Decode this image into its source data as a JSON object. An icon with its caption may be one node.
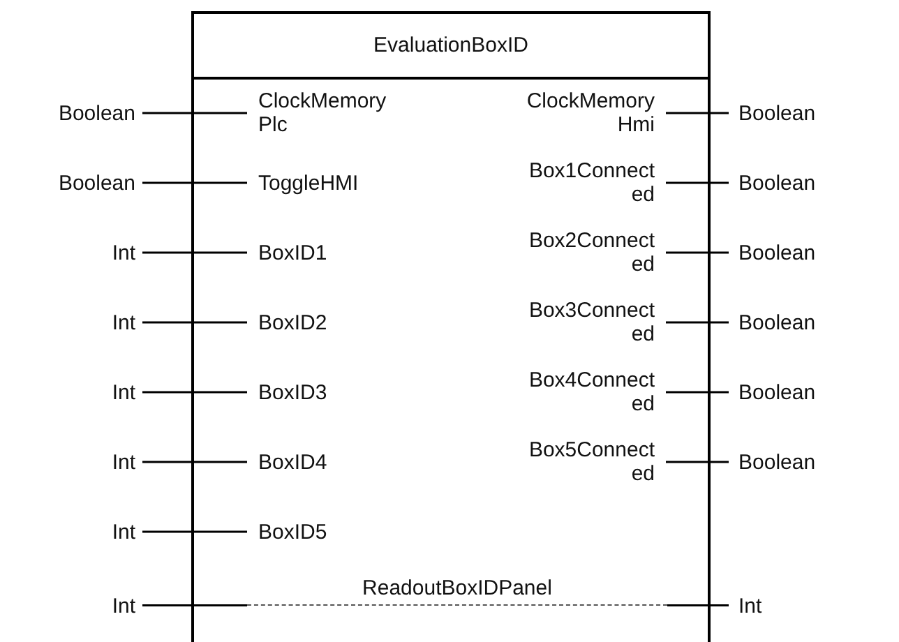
{
  "diagram": {
    "nodes": [
      {
        "text": [
          "EvaluationBoxID"
        ]
      },
      {
        "text": [
          "ClockMemoryPlc"
        ],
        "in": 0
      },
      {
        "text": [
          "ToggleHMI"
        ],
        "in": 0
      },
      {
        "text": [
          "BoxID1"
        ],
        "in": 0
      },
      {
        "text": [
          "BoxID2"
        ],
        "in": 0
      },
      {
        "text": [
          "BoxID3"
        ],
        "in": 0
      },
      {
        "text": [
          "BoxID4"
        ],
        "in": 0
      },
      {
        "text": [
          "BoxID5"
        ],
        "in": 0
      },
      {
        "text": [
          "ClockMemoryHmi"
        ],
        "in": 0
      },
      {
        "text": [
          "Box1Connected"
        ],
        "in": 0
      },
      {
        "text": [
          "Box2Connected"
        ],
        "in": 0
      },
      {
        "text": [
          "Box3Connected"
        ],
        "in": 0
      },
      {
        "text": [
          "Box4Connected"
        ],
        "in": 0
      },
      {
        "text": [
          "Box5Connected"
        ],
        "in": 0
      },
      {
        "text": [
          "ReadoutBoxIDPanel"
        ],
        "in": 0
      },
      {
        "text": [
          "Boolean"
        ]
      },
      {
        "text": [
          "Boolean"
        ]
      },
      {
        "text": [
          "Int"
        ]
      },
      {
        "text": [
          "Int"
        ]
      },
      {
        "text": [
          "Int"
        ]
      },
      {
        "text": [
          "Int"
        ]
      },
      {
        "text": [
          "Int"
        ]
      },
      {
        "text": [
          "Int"
        ]
      },
      {
        "text": [
          "Boolean"
        ]
      },
      {
        "text": [
          "Boolean"
        ]
      },
      {
        "text": [
          "Boolean"
        ]
      },
      {
        "text": [
          "Boolean"
        ]
      },
      {
        "text": [
          "Boolean"
        ]
      },
      {
        "text": [
          "Boolean"
        ]
      },
      {
        "text": [
          "Int"
        ]
      }
    ],
    "edges": [
      {
        "from": 15,
        "to": 1,
        "arrow": "none"
      },
      {
        "from": 16,
        "to": 2,
        "arrow": "none"
      },
      {
        "from": 17,
        "to": 3,
        "arrow": "none"
      },
      {
        "from": 18,
        "to": 4,
        "arrow": "none"
      },
      {
        "from": 19,
        "to": 5,
        "arrow": "none"
      },
      {
        "from": 20,
        "to": 6,
        "arrow": "none"
      },
      {
        "from": 21,
        "to": 7,
        "arrow": "none"
      },
      {
        "from": 22,
        "to": 14,
        "arrow": "none"
      },
      {
        "from": 8,
        "to": 23,
        "arrow": "none"
      },
      {
        "from": 9,
        "to": 24,
        "arrow": "none"
      },
      {
        "from": 10,
        "to": 25,
        "arrow": "none"
      },
      {
        "from": 11,
        "to": 26,
        "arrow": "none"
      },
      {
        "from": 12,
        "to": 27,
        "arrow": "none"
      },
      {
        "from": 13,
        "to": 28,
        "arrow": "none"
      },
      {
        "from": 14,
        "to": 29,
        "arrow": "none"
      }
    ]
  }
}
